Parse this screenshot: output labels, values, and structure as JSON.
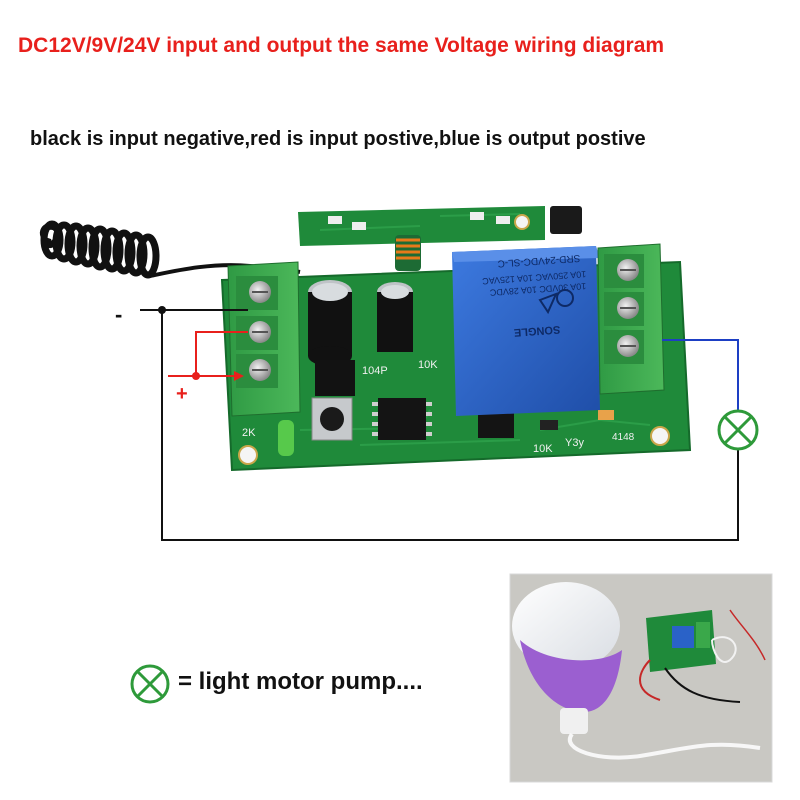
{
  "title": "DC12V/9V/24V input and output the same Voltage wiring diagram",
  "subtitle": "black is input negative,red is input postive,blue is output postive",
  "wiring": {
    "minus_label": "-",
    "plus_label": "+"
  },
  "relay": {
    "model": "SRD-24VDC-SL-C",
    "rating_1": "10A 250VAC  10A 125VAC",
    "rating_2": "10A 30VDC  10A 28VDC",
    "brand": "SONGLE"
  },
  "pcb_labels": {
    "cap": "104P",
    "res_top": "10K",
    "res_left": "2K",
    "res_bottom": "10K",
    "diode": "4148",
    "ref": "Y3y"
  },
  "legend": {
    "text": "= light motor pump....",
    "symbol": "lamp-symbol"
  },
  "colors": {
    "title": "#e8201c",
    "input_positive": "#e8201c",
    "input_negative": "#111111",
    "output_positive": "#1d3fc4",
    "lamp": "#2e9a3a",
    "pcb": "#1f8a3a",
    "relay": "#2a62c8",
    "terminal": "#3aa84a"
  }
}
